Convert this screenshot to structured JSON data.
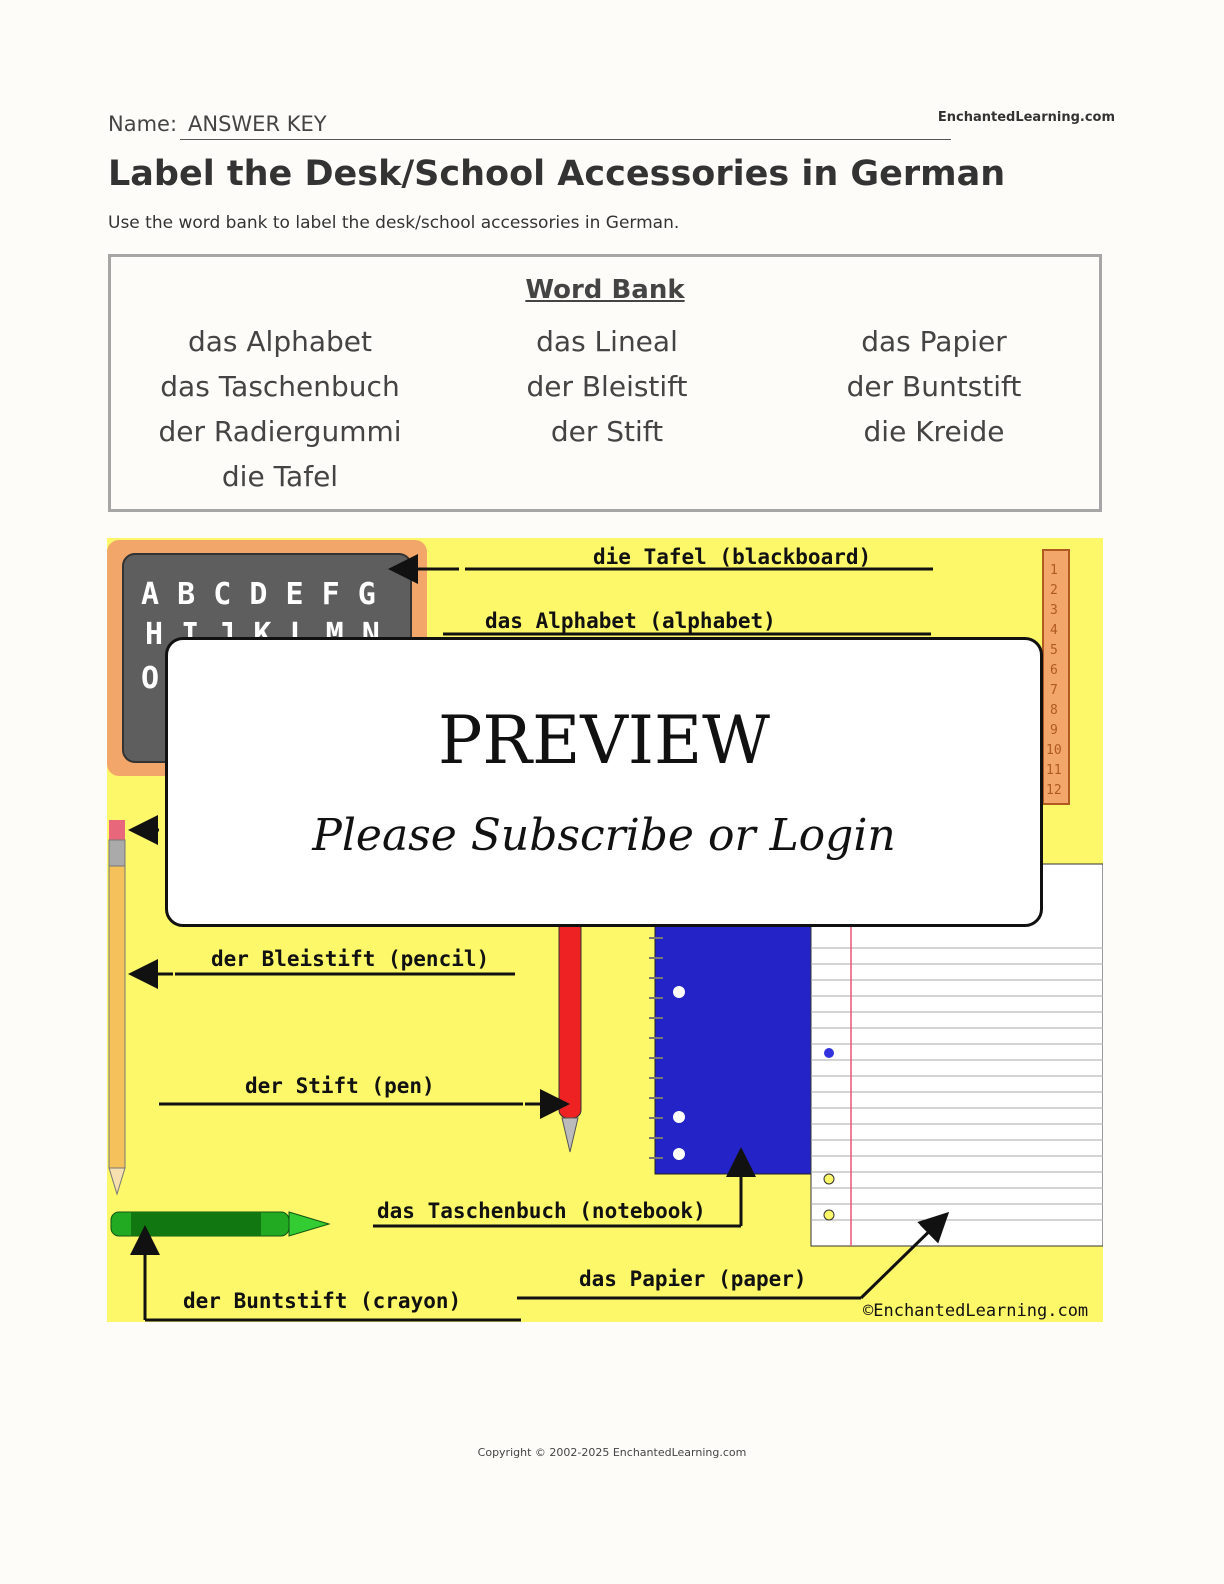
{
  "header": {
    "name_label": "Name:",
    "name_value": "ANSWER KEY",
    "site_tag": "EnchantedLearning.com"
  },
  "title": "Label the Desk/School Accessories in German",
  "instructions": "Use the word bank to label the desk/school accessories in German.",
  "word_bank": {
    "title": "Word Bank",
    "columns": [
      [
        "das Alphabet",
        "das Taschenbuch",
        "der Radiergummi",
        "die Tafel"
      ],
      [
        "das Lineal",
        "der Bleistift",
        "der Stift"
      ],
      [
        "das Papier",
        "der Buntstift",
        "die Kreide"
      ]
    ]
  },
  "picture": {
    "blackboard_letters": [
      "A B C D E F G",
      "H I J K L M N",
      "O"
    ],
    "labels": [
      "die Tafel (blackboard)",
      "das Alphabet (alphabet)",
      "der Bleistift (pencil)",
      "der Stift (pen)",
      "das Taschenbuch (notebook)",
      "das Papier (paper)",
      "der Buntstift (crayon)"
    ],
    "ruler_numbers": [
      "1",
      "2",
      "3",
      "4",
      "5",
      "6",
      "7",
      "8",
      "9",
      "10",
      "11",
      "12"
    ],
    "credit": "©EnchantedLearning.com",
    "colors": {
      "background": "#fdf76a",
      "board": "#5e5e5e",
      "board_frame": "#f2a66a",
      "pen": "#ee2222",
      "notebook": "#2323c8",
      "crayon": "#22aa22",
      "pencil": "#f4c15a"
    }
  },
  "preview_overlay": {
    "title": "PREVIEW",
    "subtitle": "Please Subscribe or Login"
  },
  "footer": "Copyright © 2002-2025 EnchantedLearning.com"
}
